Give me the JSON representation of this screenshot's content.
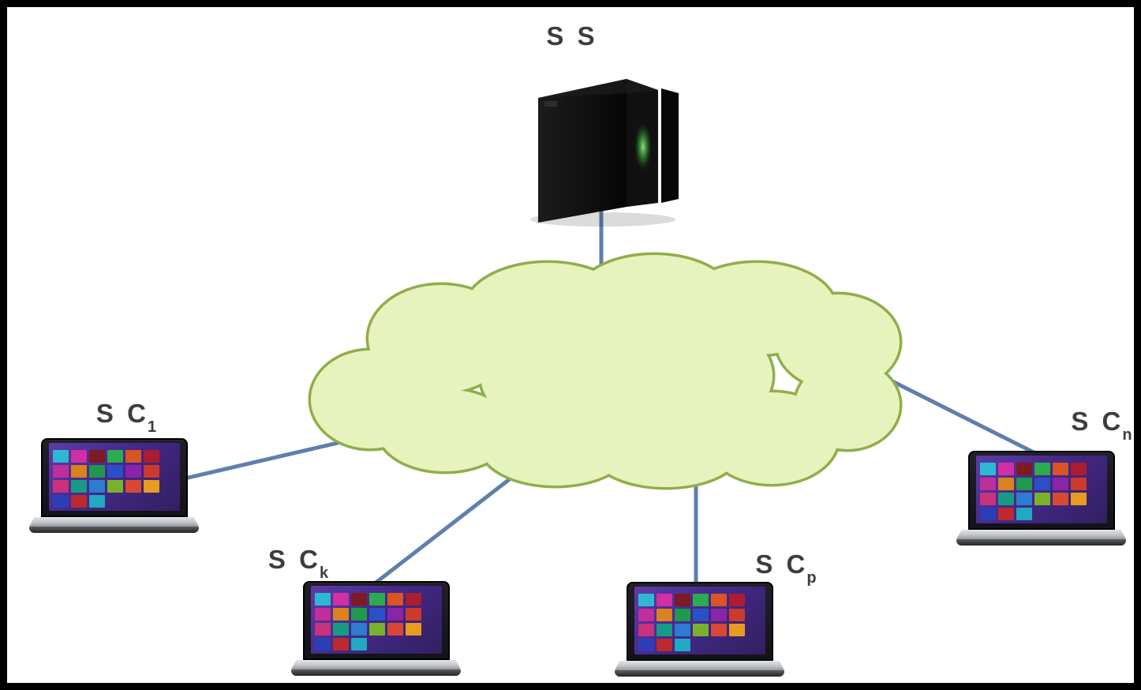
{
  "page": {
    "background": "#ffffff",
    "frame_color": "#000000"
  },
  "diagram": {
    "server": {
      "name": "storage-server",
      "label": "S S",
      "body_color": "#0d0d0d",
      "glow_color": "#52c455"
    },
    "cloud": {
      "name": "network-cloud",
      "fill_top": "#e7f3bd",
      "fill_mid": "#c3dd82",
      "fill_bottom": "#a0c653",
      "stroke": "#8fae4a"
    },
    "clients": [
      {
        "name": "client-1",
        "label_base": "S C",
        "label_sub": "1"
      },
      {
        "name": "client-k",
        "label_base": "S C",
        "label_sub": "k"
      },
      {
        "name": "client-p",
        "label_base": "S C",
        "label_sub": "p"
      },
      {
        "name": "client-n",
        "label_base": "S C",
        "label_sub": "n"
      }
    ],
    "edge_color": "#5f7fac",
    "laptop": {
      "screen_top": "#5d3ca6",
      "screen_bottom": "#32205f",
      "bezel": "#17161c",
      "deck": "#c2c5ca",
      "base": "#232427",
      "tile_colors": [
        "#2cc0d6",
        "#d82fa4",
        "#7e1a1a",
        "#2bb24c",
        "#e2571f",
        "#b01c2e",
        "#c52e9b",
        "#e08718",
        "#1f9e4b",
        "#2a52c8",
        "#8e24aa",
        "#d63a2a",
        "#d0337a",
        "#16a085",
        "#2e7fd4",
        "#7cb827",
        "#e24a33",
        "#f0a21c",
        "#2a3fb8",
        "#c22a2a",
        "#1fb0c4"
      ]
    }
  }
}
